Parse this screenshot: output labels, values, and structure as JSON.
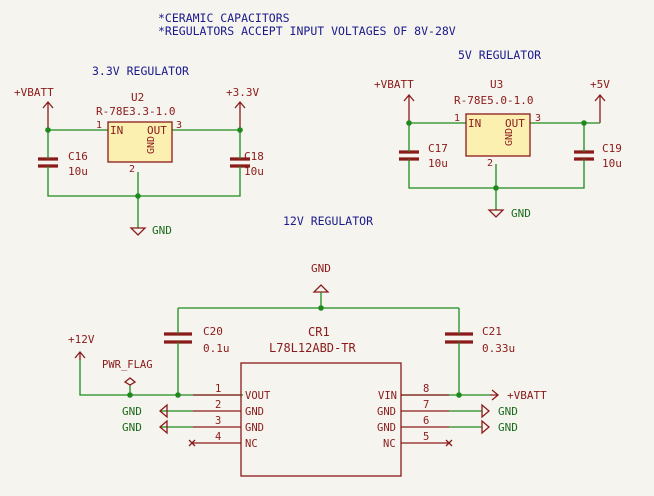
{
  "notes": [
    "*CERAMIC CAPACITORS",
    "*REGULATORS ACCEPT INPUT VOLTAGES OF 8V-28V"
  ],
  "section_titles": {
    "r33": "3.3V REGULATOR",
    "r5": "5V REGULATOR",
    "r12": "12V REGULATOR"
  },
  "reg33": {
    "ref": "U2",
    "value": "R-78E3.3-1.0",
    "pin_in": "IN",
    "pin_out": "OUT",
    "pin_gnd": "GND",
    "pin1": "1",
    "pin2": "2",
    "pin3": "3",
    "in_power": "+VBATT",
    "out_power": "+3.3V",
    "gnd": "GND",
    "c_in": {
      "ref": "C16",
      "value": "10u"
    },
    "c_out": {
      "ref": "C18",
      "value": "10u"
    }
  },
  "reg5": {
    "ref": "U3",
    "value": "R-78E5.0-1.0",
    "pin_in": "IN",
    "pin_out": "OUT",
    "pin_gnd": "GND",
    "pin1": "1",
    "pin2": "2",
    "pin3": "3",
    "in_power": "+VBATT",
    "out_power": "+5V",
    "gnd": "GND",
    "c_in": {
      "ref": "C17",
      "value": "10u"
    },
    "c_out": {
      "ref": "C19",
      "value": "10u"
    }
  },
  "reg12": {
    "ref": "CR1",
    "value": "L78L12ABD-TR",
    "top_gnd": "GND",
    "out_power": "+12V",
    "pwr_flag": "PWR_FLAG",
    "c_left": {
      "ref": "C20",
      "value": "0.1u"
    },
    "c_right": {
      "ref": "C21",
      "value": "0.33u"
    },
    "left_pins": [
      {
        "num": "1",
        "name": "VOUT",
        "net": ""
      },
      {
        "num": "2",
        "name": "GND",
        "net": "GND"
      },
      {
        "num": "3",
        "name": "GND",
        "net": "GND"
      },
      {
        "num": "4",
        "name": "NC",
        "net": ""
      }
    ],
    "right_pins": [
      {
        "num": "8",
        "name": "VIN",
        "net": "+VBATT"
      },
      {
        "num": "7",
        "name": "GND",
        "net": "GND"
      },
      {
        "num": "6",
        "name": "GND",
        "net": "GND"
      },
      {
        "num": "5",
        "name": "NC",
        "net": ""
      }
    ]
  },
  "colors": {
    "wire": "#1e8a1e",
    "component": "#8b1a1a",
    "body_fill": "#fbf0b0",
    "label": "#1a1a8c",
    "background": "#f5f4ef"
  }
}
